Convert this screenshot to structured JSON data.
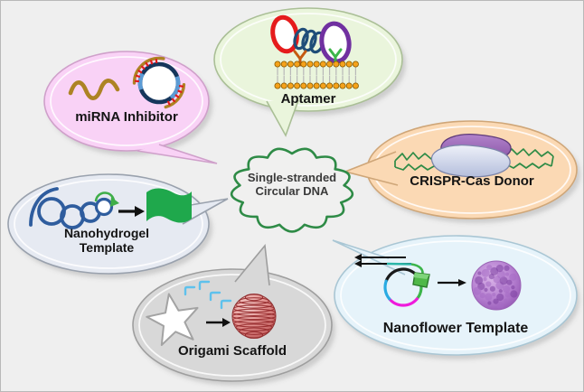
{
  "figure": {
    "background": "#efefef",
    "border_color": "#b9b9b9",
    "center": {
      "line1": "Single-stranded",
      "line2": "Circular DNA",
      "outline_color": "#2e8b46",
      "text_color": "#3a3a3a"
    },
    "bubbles": {
      "mirna": {
        "label": "miRNA Inhibitor",
        "fill": "#f9d2f6",
        "stroke": "#cfa0ca",
        "icons": [
          "mirna-strand-icon",
          "antisense-plasmid-icon"
        ]
      },
      "aptamer": {
        "label": "Aptamer",
        "fill": "#eaf5dc",
        "stroke": "#aabf96",
        "icons": [
          "circular-dna-red-icon",
          "dna-coil-icon",
          "circular-dna-purple-icon",
          "receptor-y-icon",
          "lipid-bilayer-icon"
        ]
      },
      "crispr": {
        "label": "CRISPR-Cas Donor",
        "fill": "#fbd9b4",
        "stroke": "#cfa678",
        "icons": [
          "donor-dna-icon",
          "cas-protein-icon"
        ]
      },
      "nanohydrogel": {
        "label_line1": "Nanohydrogel",
        "label_line2": "Template",
        "fill": "#e6eaf2",
        "stroke": "#99a1ad",
        "icons": [
          "rolling-circle-coil-icon",
          "arrow-icon",
          "flag-icon"
        ]
      },
      "origami": {
        "label": "Origami Scaffold",
        "fill": "#d8d8d8",
        "stroke": "#9e9e9e",
        "icons": [
          "star-scaffold-icon",
          "staple-strands-icon",
          "arrow-icon",
          "origami-sphere-icon"
        ]
      },
      "nanoflower": {
        "label": "Nanoflower Template",
        "fill": "#e6f3fa",
        "stroke": "#a9c6d4",
        "icons": [
          "elongation-arrows-icon",
          "rolling-circle-template-icon",
          "polymerase-icon",
          "arrow-icon",
          "nanoflower-sphere-icon"
        ]
      }
    },
    "accent_colors": {
      "flag_green": "#1fa84c",
      "flower_purple": "#a96fc7",
      "origami_sphere_red": "#b85050",
      "strand_gold": "#ad8324",
      "plasmid_navy": "#16365c",
      "coil_blue": "#2f5d9e",
      "donor_green": "#2e8b46"
    }
  }
}
